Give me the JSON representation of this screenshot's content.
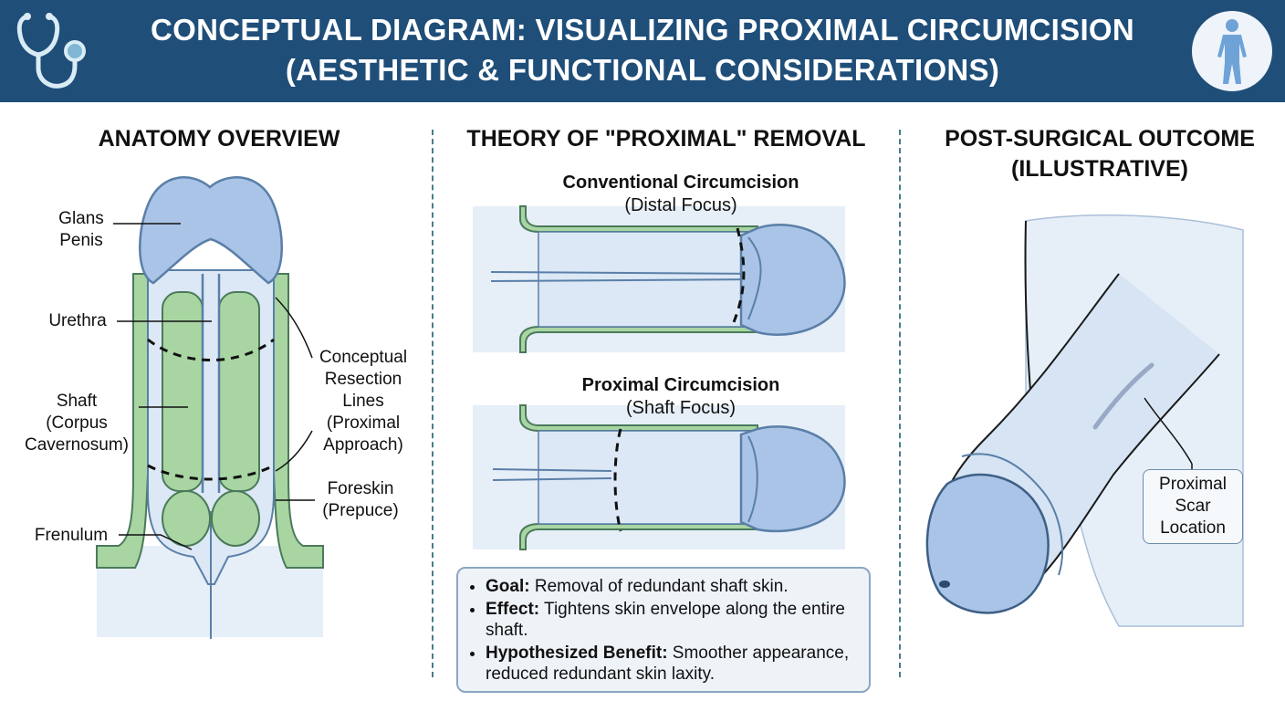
{
  "header": {
    "title_line1": "CONCEPTUAL DIAGRAM: VISUALIZING PROXIMAL CIRCUMCISION",
    "title_line2": "(AESTHETIC & FUNCTIONAL CONSIDERATIONS)",
    "left_icon": "stethoscope-icon",
    "right_icon": "human-body-icon"
  },
  "colors": {
    "header_bg": "#1f4e79",
    "tissue_blue": "#a9c4e6",
    "skin_green": "#a8d5a2",
    "background_blue": "#e6eef8"
  },
  "anatomy": {
    "heading": "ANATOMY OVERVIEW",
    "labels": {
      "glans": [
        "Glans",
        "Penis"
      ],
      "urethra": "Urethra",
      "shaft": [
        "Shaft",
        "(Corpus",
        "Cavernosum)"
      ],
      "frenulum": "Frenulum",
      "resection": [
        "Conceptual",
        "Resection",
        "Lines",
        "(Proximal",
        "Approach)"
      ],
      "foreskin": [
        "Foreskin",
        "(Prepuce)"
      ]
    }
  },
  "theory": {
    "heading": "THEORY OF \"PROXIMAL\" REMOVAL",
    "conventional": {
      "title": "Conventional Circumcision",
      "subtitle": "(Distal Focus)"
    },
    "proximal": {
      "title": "Proximal Circumcision",
      "subtitle": "(Shaft Focus)"
    },
    "notes": [
      {
        "label": "Goal:",
        "text": " Removal of redundant shaft skin."
      },
      {
        "label": "Effect:",
        "text": " Tightens skin envelope along the entire shaft."
      },
      {
        "label": "Hypothesized Benefit:",
        "text": " Smoother appearance, reduced redundant skin laxity."
      }
    ]
  },
  "outcome": {
    "heading_line1": "POST-SURGICAL OUTCOME",
    "heading_line2": "(ILLUSTRATIVE)",
    "scar_label": [
      "Proximal",
      "Scar",
      "Location"
    ]
  }
}
